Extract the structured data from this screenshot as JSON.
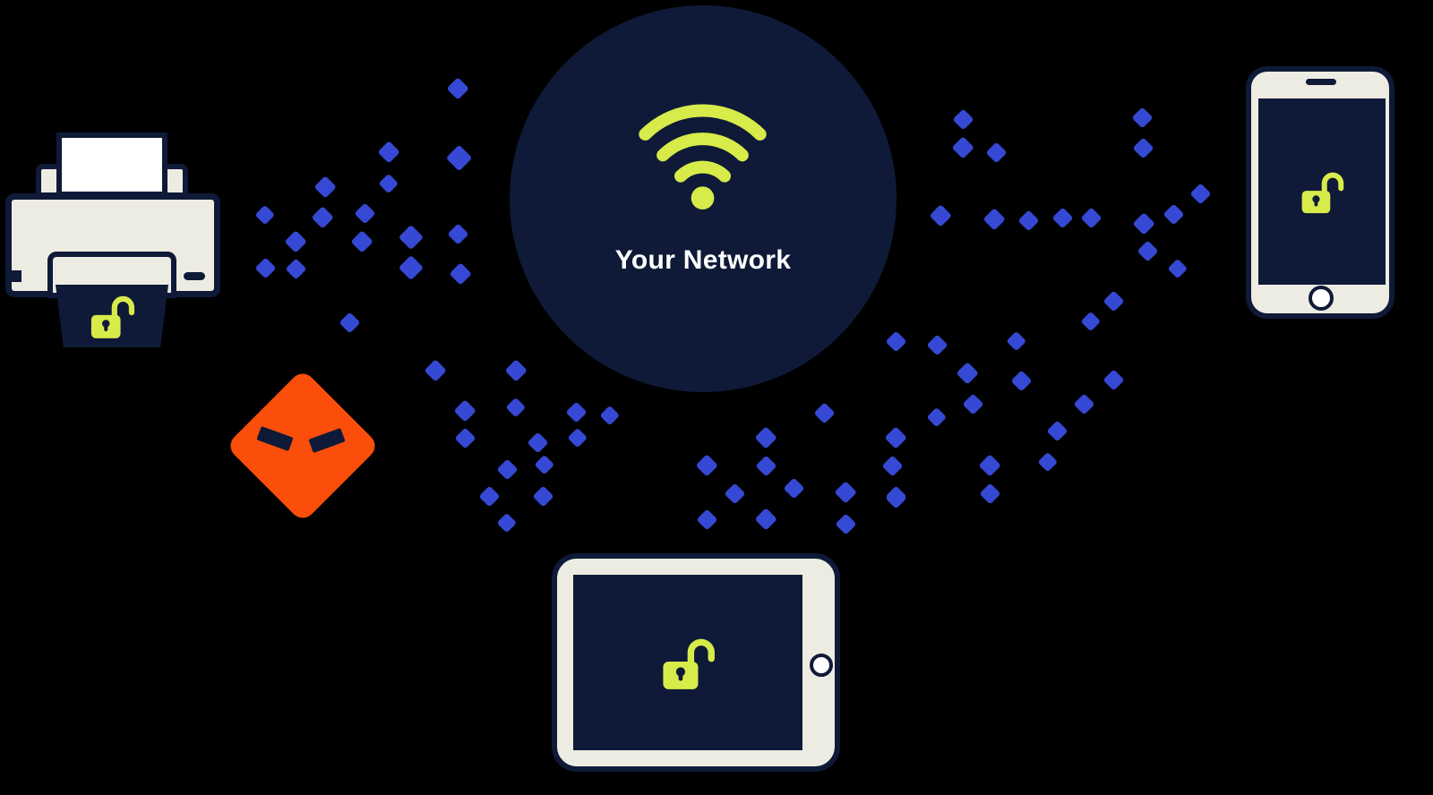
{
  "network": {
    "label": "Your Network",
    "icon": "wifi-icon"
  },
  "devices": [
    {
      "name": "printer",
      "status_icon": "unlocked-padlock-icon"
    },
    {
      "name": "smartphone",
      "status_icon": "unlocked-padlock-icon"
    },
    {
      "name": "tablet",
      "status_icon": "unlocked-padlock-icon"
    },
    {
      "name": "intruder",
      "status_icon": "angry-eyes-icon"
    }
  ],
  "colors": {
    "background": "#000000",
    "navy": "#0f1a38",
    "lime": "#d7eb4a",
    "blue": "#3649d4",
    "orange": "#fb4e0a",
    "cream": "#edece2",
    "white": "#ffffff"
  },
  "particles": {
    "shape": "diamond",
    "count": 75,
    "positions": [
      [
        511,
        99,
        26
      ],
      [
        434,
        170,
        26
      ],
      [
        513,
        177,
        30
      ],
      [
        363,
        209,
        26
      ],
      [
        434,
        205,
        22
      ],
      [
        296,
        240,
        22
      ],
      [
        360,
        243,
        26
      ],
      [
        407,
        238,
        24
      ],
      [
        330,
        270,
        26
      ],
      [
        404,
        270,
        26
      ],
      [
        459,
        265,
        28
      ],
      [
        511,
        261,
        24
      ],
      [
        296,
        299,
        24
      ],
      [
        330,
        300,
        24
      ],
      [
        459,
        299,
        28
      ],
      [
        514,
        306,
        26
      ],
      [
        390,
        360,
        24
      ],
      [
        486,
        414,
        26
      ],
      [
        576,
        414,
        26
      ],
      [
        519,
        459,
        26
      ],
      [
        576,
        455,
        22
      ],
      [
        643,
        460,
        24
      ],
      [
        681,
        464,
        22
      ],
      [
        519,
        489,
        24
      ],
      [
        600,
        494,
        24
      ],
      [
        645,
        489,
        22
      ],
      [
        566,
        524,
        24
      ],
      [
        608,
        519,
        22
      ],
      [
        546,
        554,
        24
      ],
      [
        606,
        554,
        24
      ],
      [
        566,
        584,
        22
      ],
      [
        789,
        520,
        26
      ],
      [
        855,
        489,
        26
      ],
      [
        855,
        520,
        24
      ],
      [
        820,
        551,
        24
      ],
      [
        886,
        545,
        24
      ],
      [
        789,
        580,
        24
      ],
      [
        855,
        580,
        26
      ],
      [
        944,
        550,
        26
      ],
      [
        1000,
        554,
        24
      ],
      [
        944,
        585,
        24
      ],
      [
        920,
        461,
        24
      ],
      [
        1075,
        133,
        24
      ],
      [
        1075,
        165,
        26
      ],
      [
        1112,
        170,
        24
      ],
      [
        1275,
        131,
        24
      ],
      [
        1276,
        165,
        24
      ],
      [
        1340,
        216,
        24
      ],
      [
        1310,
        239,
        24
      ],
      [
        1050,
        241,
        26
      ],
      [
        1110,
        245,
        26
      ],
      [
        1148,
        246,
        24
      ],
      [
        1186,
        243,
        24
      ],
      [
        1218,
        243,
        24
      ],
      [
        1277,
        250,
        26
      ],
      [
        1281,
        280,
        24
      ],
      [
        1315,
        300,
        22
      ],
      [
        1243,
        336,
        24
      ],
      [
        1218,
        359,
        22
      ],
      [
        1000,
        381,
        24
      ],
      [
        1046,
        385,
        24
      ],
      [
        1135,
        381,
        22
      ],
      [
        1080,
        417,
        26
      ],
      [
        1140,
        425,
        24
      ],
      [
        1086,
        451,
        24
      ],
      [
        1243,
        424,
        24
      ],
      [
        1210,
        451,
        24
      ],
      [
        1180,
        481,
        24
      ],
      [
        1000,
        489,
        26
      ],
      [
        1046,
        466,
        22
      ],
      [
        996,
        520,
        24
      ],
      [
        1105,
        520,
        26
      ],
      [
        1105,
        551,
        24
      ],
      [
        1170,
        516,
        22
      ],
      [
        1000,
        556,
        24
      ]
    ]
  }
}
